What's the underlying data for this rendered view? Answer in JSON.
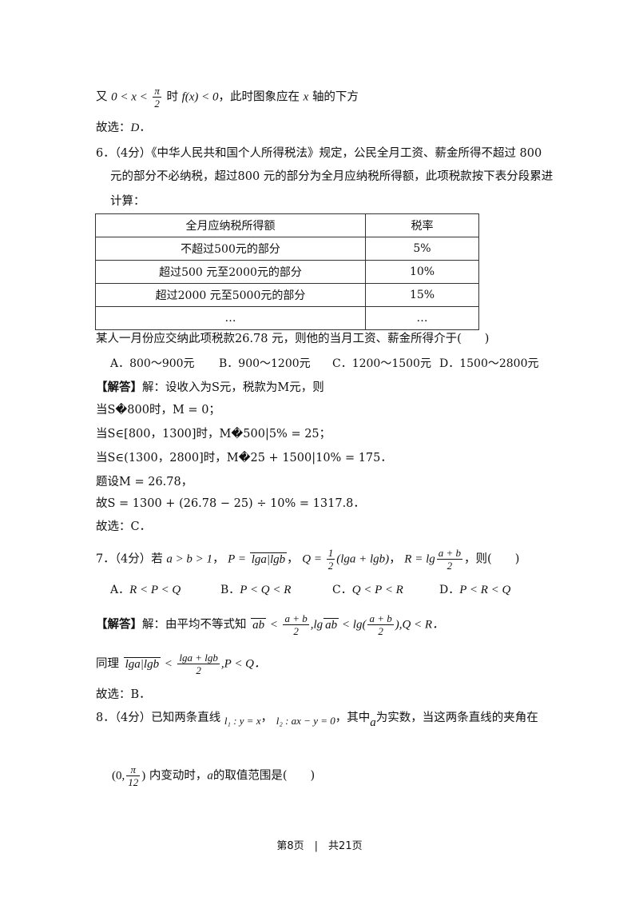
{
  "l1": {
    "a": "又",
    "b": "时",
    "c": "，此时图象应在",
    "d": "轴的下方"
  },
  "l2": "故选：",
  "l2v": "D",
  "q6": {
    "line1": "6．（4分）《中华人民共和国个人所得税法》规定，公民全月工资、薪金所得不超过 800",
    "line2": "元的部分不必纳税，超过800 元的部分为全月应纳税所得额，此项税款按下表分段累进",
    "line3": "计算：",
    "table": {
      "headers": [
        "全月应纳税所得额",
        "税率"
      ],
      "rows": [
        [
          "不超过500元的部分",
          "5%"
        ],
        [
          "超过500 元至2000元的部分",
          "10%"
        ],
        [
          "超过2000 元至5000元的部分",
          "15%"
        ],
        [
          "…",
          "…"
        ]
      ]
    },
    "question": "某人一月份应交纳此项税款26.78 元，则他的当月工资、薪金所得介于(　　)",
    "options": [
      "A．800～900元",
      "B．900～1200元",
      "C．1200～1500元",
      "D．1500～2800元"
    ]
  },
  "a6": {
    "tag": "【解答】",
    "intro": "解：设收入为S元，税款为M元，则",
    "s1": "当S�800时，M = 0；",
    "s2": "当S∈[800，1300]时，M�500|5% = 25；",
    "s3": "当S∈(1300，2800]时，M�25 + 1500|10% = 175．",
    "s4": "题设M = 26.78，",
    "s5": "故S = 1300 + (26.78 − 25) ÷ 10% = 1317.8．",
    "answer": "故选：C．"
  },
  "q7": {
    "prefix": "7．（4分）若",
    "cond": "a > b > 1",
    "p": "P = ",
    "sqrt_p": "lga|lgb",
    "q": "Q = ",
    "q_tail": "(lga + lgb)",
    "r": "R = lg",
    "suffix": "，则(　　)",
    "options": [
      "R < P < Q",
      "P < Q < R",
      "Q < P < R",
      "P < R < Q"
    ],
    "option_letters": [
      "A．",
      "B．",
      "C．",
      "D．"
    ]
  },
  "a7": {
    "tag": "【解答】",
    "line1a": "解：由平均不等式知",
    "sqrt_ab": "ab",
    "lt": "<",
    "lg_sqrt": ",lg",
    "lg_frac": " < lg(",
    "tail1": "),Q < R．",
    "line2a": "同理",
    "sqrt_lg": "lga|lgb",
    "tail2": ",P < Q．",
    "answer": "故选：B．"
  },
  "q8": {
    "prefix": "8．（4分）已知两条直线",
    "l1": "l₁ : y = x",
    "l2": "l₂ : ax − y = 0",
    "mid": "，其中",
    "a": "a",
    "tail": "为实数，当这两条直线的夹角在",
    "line2_open": "(0,",
    "line2_close": ")",
    "line2_text": "内变动时，",
    "line2_a": "a",
    "line2_tail": "的取值范围是(　　)"
  },
  "frac": {
    "pi": "π",
    "two": "2",
    "twelve": "12",
    "one": "1",
    "ab": "a + b",
    "lgab": "lga + lgb"
  },
  "math": {
    "l1_ineq": "0 < x <",
    "l1_f": "f(x) < 0",
    "l1_x": "x"
  },
  "footer": "第8页　|　共21页"
}
